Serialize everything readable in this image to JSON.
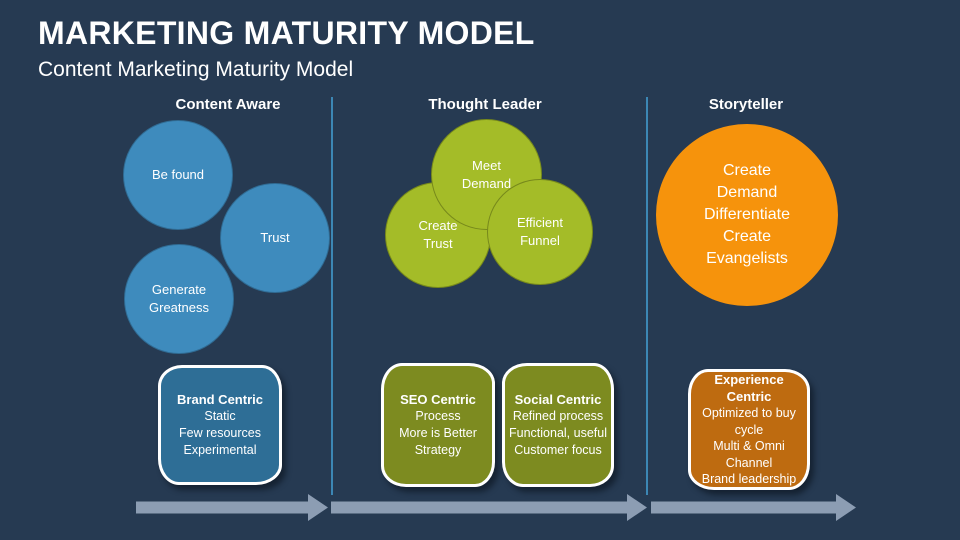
{
  "slide": {
    "title": "MARKETING MATURITY MODEL",
    "subtitle": "Content Marketing Maturity Model"
  },
  "columns": [
    {
      "header": "Content Aware",
      "circles": [
        {
          "label": "Be found"
        },
        {
          "label": "Trust"
        },
        {
          "label": "Generate\nGreatness"
        }
      ],
      "boxes": [
        {
          "title": "Brand Centric",
          "body": "Static\nFew resources\nExperimental"
        }
      ]
    },
    {
      "header": "Thought Leader",
      "circles": [
        {
          "label": "Meet\nDemand"
        },
        {
          "label": "Create\nTrust"
        },
        {
          "label": "Efficient\nFunnel"
        }
      ],
      "boxes": [
        {
          "title": "SEO Centric",
          "body": "Process\nMore is Better\nStrategy"
        },
        {
          "title": "Social Centric",
          "body": "Refined process\nFunctional, useful\nCustomer focus"
        }
      ]
    },
    {
      "header": "Storyteller",
      "circles": [
        {
          "label": "Create\nDemand\nDifferentiate\nCreate\nEvangelists"
        }
      ],
      "boxes": [
        {
          "title": "Experience Centric",
          "body": "Optimized to buy\ncycle\nMulti & Omni\nChannel\nBrand leadership"
        }
      ]
    }
  ],
  "colors": {
    "background": "#263A52",
    "blue_circle": "#3E8BBD",
    "green_circle": "#A4BC28",
    "orange_circle": "#F6930C",
    "blue_box": "#2E6E96",
    "olive_box": "#7D8B20",
    "orange_box": "#BE6B10",
    "divider": "#3C87B5",
    "arrow": "#8C9DB3",
    "text": "#FFFFFF"
  }
}
